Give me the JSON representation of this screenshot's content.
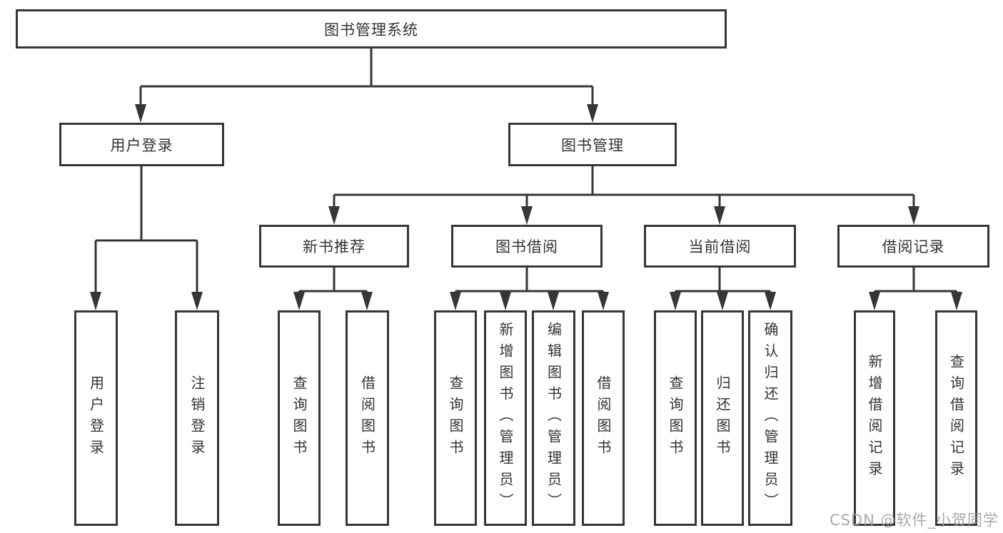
{
  "colors": {
    "line": "#363636",
    "text": "#333333",
    "background": "#ffffff",
    "watermark": "#9e9e9e"
  },
  "watermark": "CSDN @软件_小贺同学",
  "tree": {
    "root": {
      "label": "图书管理系统"
    },
    "branches": [
      {
        "label": "用户登录",
        "children": [
          {
            "label": "用户登录"
          },
          {
            "label": "注销登录"
          }
        ]
      },
      {
        "label": "图书管理",
        "children": [
          {
            "label": "新书推荐",
            "children": [
              {
                "label": "查询图书"
              },
              {
                "label": "借阅图书"
              }
            ]
          },
          {
            "label": "图书借阅",
            "children": [
              {
                "label": "查询图书"
              },
              {
                "label": "新增图书（管理员）"
              },
              {
                "label": "编辑图书（管理员）"
              },
              {
                "label": "借阅图书"
              }
            ]
          },
          {
            "label": "当前借阅",
            "children": [
              {
                "label": "查询图书"
              },
              {
                "label": "归还图书"
              },
              {
                "label": "确认归还（管理员）"
              }
            ]
          },
          {
            "label": "借阅记录",
            "children": [
              {
                "label": "新增借阅记录"
              },
              {
                "label": "查询借阅记录"
              }
            ]
          }
        ]
      }
    ]
  }
}
